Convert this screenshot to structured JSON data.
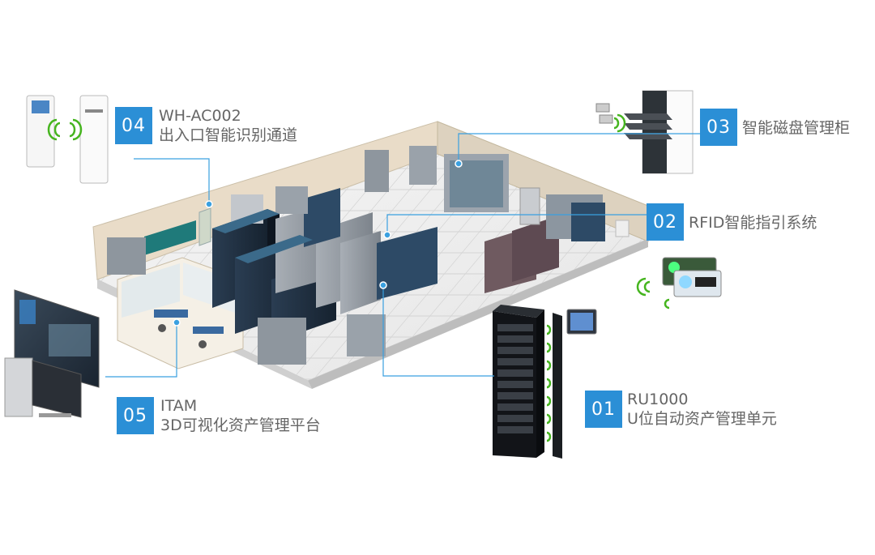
{
  "callouts": [
    {
      "id": "04",
      "line1": "WH-AC002",
      "line2": "出入口智能识别通道"
    },
    {
      "id": "03",
      "line1": "",
      "line2": "智能磁盘管理柜"
    },
    {
      "id": "02",
      "line1": "",
      "line2": "RFID智能指引系统"
    },
    {
      "id": "05",
      "line1": "ITAM",
      "line2": "3D可视化资产管理平台"
    },
    {
      "id": "01",
      "line1": "RU1000",
      "line2": "U位自动资产管理单元"
    }
  ],
  "colors": {
    "accent": "#2b8fd6",
    "leader": "#3aa0e0",
    "label_text": "#666666",
    "signal": "#46b51f"
  }
}
